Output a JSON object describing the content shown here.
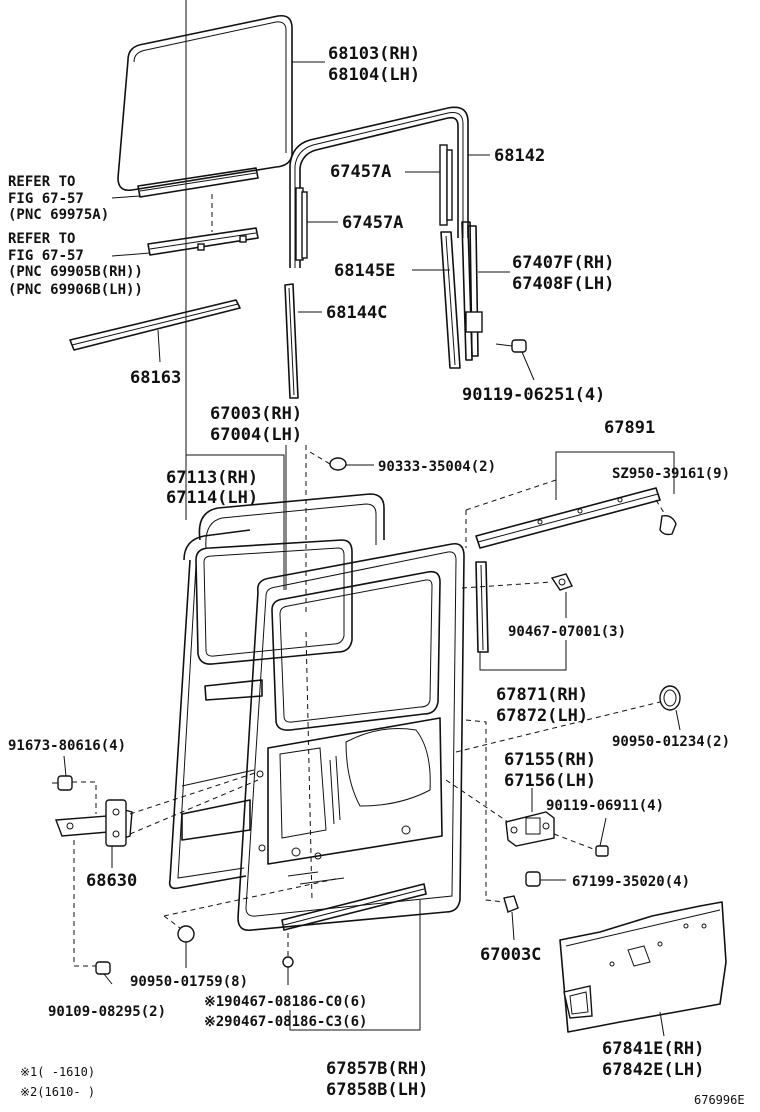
{
  "labels": {
    "p68103": "68103(RH)",
    "p68104": "68104(LH)",
    "p68142": "68142",
    "p67457a_1": "67457A",
    "p67457a_2": "67457A",
    "ref1_a": "REFER TO",
    "ref1_b": "FIG 67-57",
    "ref1_c": "(PNC 69975A)",
    "ref2_a": "REFER TO",
    "ref2_b": "FIG 67-57",
    "ref2_c": "(PNC 69905B(RH))",
    "ref2_d": "(PNC 69906B(LH))",
    "p68145e": "68145E",
    "p67407f": "67407F(RH)",
    "p67408f": "67408F(LH)",
    "p68144c": "68144C",
    "p68163": "68163",
    "p90119_06251": "90119-06251(4)",
    "p67003": "67003(RH)",
    "p67004": "67004(LH)",
    "p67891": "67891",
    "p67113": "67113(RH)",
    "p67114": "67114(LH)",
    "p90333": "90333-35004(2)",
    "psz950": "SZ950-39161(9)",
    "p90467_07001": "90467-07001(3)",
    "p67871": "67871(RH)",
    "p67872": "67872(LH)",
    "p90950_01234": "90950-01234(2)",
    "p91673": "91673-80616(4)",
    "p67155": "67155(RH)",
    "p67156": "67156(LH)",
    "p90119_06911": "90119-06911(4)",
    "p68630": "68630",
    "p67199": "67199-35020(4)",
    "p67003c": "67003C",
    "p90950_01759": "90950-01759(8)",
    "p90109": "90109-08295(2)",
    "p90467_c0": "※190467-08186-C0(6)",
    "p90467_c3": "※290467-08186-C3(6)",
    "p67857b": "67857B(RH)",
    "p67858b": "67858B(LH)",
    "p67841e": "67841E(RH)",
    "p67842e": "67842E(LH)",
    "note1": "※1(     -1610)",
    "note2": "※2(1610-     )",
    "fig_id": "676996E"
  }
}
